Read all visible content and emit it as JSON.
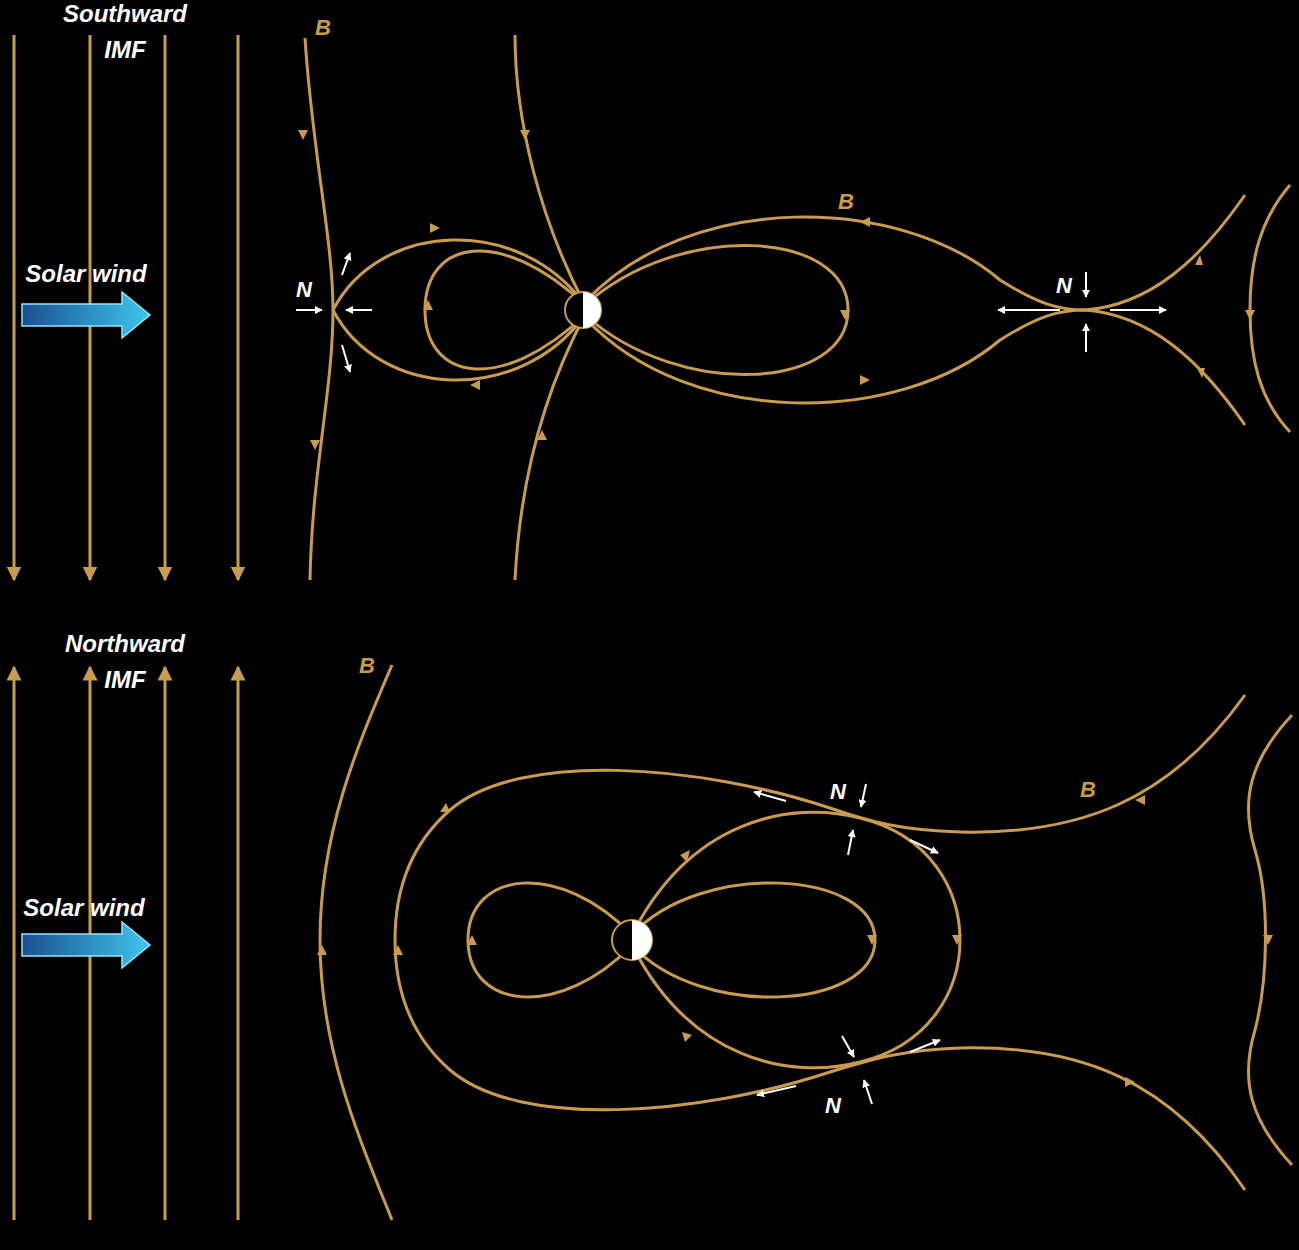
{
  "diagram": {
    "labels": [
      "Southward IMF",
      "B",
      "Solar wind",
      "N",
      "B",
      "N",
      "Northward IMF",
      "B",
      "Solar wind",
      "N",
      "B",
      "N"
    ]
  }
}
